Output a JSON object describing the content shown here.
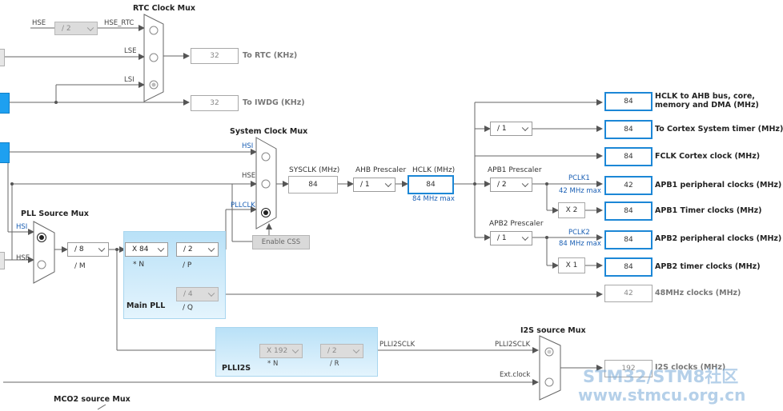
{
  "rtc_mux": {
    "title": "RTC Clock Mux",
    "hse": "HSE",
    "hse_div": "/ 2",
    "hse_rtc": "HSE_RTC",
    "lse": "LSE",
    "lsi": "LSI",
    "rtc_value": "32",
    "rtc_label": "To RTC (KHz)",
    "iwdg_value": "32",
    "iwdg_label": "To IWDG (KHz)"
  },
  "sys_mux": {
    "title": "System Clock Mux",
    "hsi": "HSI",
    "hse": "HSE",
    "pllclk": "PLLCLK",
    "enable_css": "Enable CSS"
  },
  "sysclk": {
    "label": "SYSCLK (MHz)",
    "value": "84"
  },
  "ahb": {
    "label": "AHB Prescaler",
    "value": "/ 1"
  },
  "hclk": {
    "label": "HCLK (MHz)",
    "value": "84",
    "note": "84 MHz max"
  },
  "apb1": {
    "label": "APB1 Prescaler",
    "value": "/ 2",
    "pclk": "PCLK1",
    "note": "42 MHz max",
    "timer_mult": "X 2"
  },
  "apb2": {
    "label": "APB2 Prescaler",
    "value": "/ 1",
    "pclk": "PCLK2",
    "note": "84 MHz max",
    "timer_mult": "X 1"
  },
  "cortex_div": "/ 1",
  "outputs": [
    {
      "value": "84",
      "label": "HCLK to AHB bus, core,",
      "label2": "memory and DMA (MHz)"
    },
    {
      "value": "84",
      "label": "To Cortex System timer (MHz)"
    },
    {
      "value": "84",
      "label": "FCLK Cortex clock (MHz)"
    },
    {
      "value": "42",
      "label": "APB1 peripheral clocks (MHz)"
    },
    {
      "value": "84",
      "label": "APB1 Timer clocks (MHz)"
    },
    {
      "value": "84",
      "label": "APB2 peripheral clocks (MHz)"
    },
    {
      "value": "84",
      "label": "APB2 timer clocks (MHz)"
    },
    {
      "value": "42",
      "label": "48MHz clocks (MHz)"
    }
  ],
  "pll_mux": {
    "title": "PLL Source Mux",
    "hsi": "HSI",
    "hse": "HSE",
    "m_value": "/ 8",
    "m_label": "/ M"
  },
  "main_pll": {
    "title": "Main PLL",
    "n_value": "X 84",
    "n_label": "* N",
    "p_value": "/ 2",
    "p_label": "/ P",
    "q_value": "/ 4",
    "q_label": "/ Q"
  },
  "plli2s": {
    "title": "PLLI2S",
    "n_value": "X 192",
    "n_label": "* N",
    "r_value": "/ 2",
    "r_label": "/ R",
    "clk_label": "PLLI2SCLK"
  },
  "i2s": {
    "title": "I2S source Mux",
    "plli2sclk": "PLLI2SCLK",
    "ext": "Ext.clock",
    "value": "192",
    "label": "I2S clocks (MHz)"
  },
  "mco2": {
    "title": "MCO2 source Mux"
  },
  "watermark": {
    "line1": "STM32/STM8社区",
    "line2": "www.stmcu.org.cn"
  },
  "colors": {
    "accent": "#1c87d6",
    "source": "#1ea0f0",
    "panel": "#b9e1f7"
  }
}
